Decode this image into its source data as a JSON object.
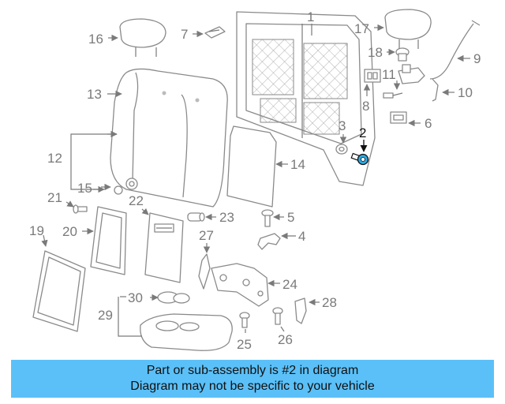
{
  "diagram": {
    "highlight_color": "#2ea8e0",
    "callouts": [
      "1",
      "2",
      "3",
      "4",
      "5",
      "6",
      "7",
      "8",
      "9",
      "10",
      "11",
      "12",
      "13",
      "14",
      "15",
      "16",
      "17",
      "18",
      "19",
      "20",
      "21",
      "22",
      "23",
      "24",
      "25",
      "26",
      "27",
      "28",
      "29",
      "30"
    ],
    "highlighted_callout": "2"
  },
  "banner": {
    "line1": "Part or sub-assembly is #2 in diagram",
    "line2": "Diagram may not be specific to your vehicle",
    "background": "#5bc0f8"
  }
}
